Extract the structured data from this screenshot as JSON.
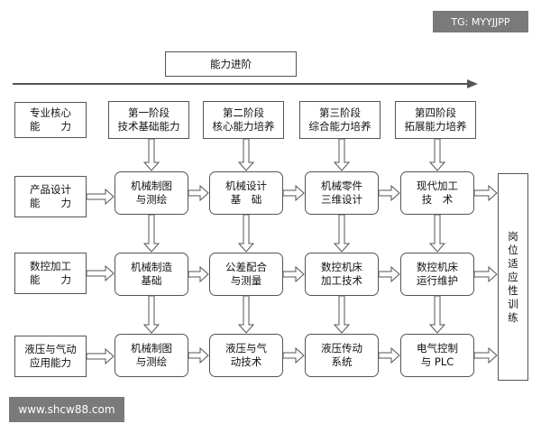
{
  "header": {
    "title": "能力进阶"
  },
  "stages": [
    "第一阶段\n技术基础能力",
    "第二阶段\n核心能力培养",
    "第三阶段\n综合能力培养",
    "第四阶段\n拓展能力培养"
  ],
  "left_labels": [
    "专业核心\n能　　力",
    "产品设计\n能　　力",
    "数控加工\n能　　力",
    "液压与气动\n应用能力"
  ],
  "rows": [
    [
      "机械制图\n与测绘",
      "机械设计\n基　础",
      "机械零件\n三维设计",
      "现代加工\n技　术"
    ],
    [
      "机械制造\n基础",
      "公差配合\n与测量",
      "数控机床\n加工技术",
      "数控机床\n运行维护"
    ],
    [
      "机械制图\n与测绘",
      "液压与气\n动技术",
      "液压传动\n系统",
      "电气控制\n与 PLC"
    ]
  ],
  "outcome": "岗位适应性训练",
  "watermarks": {
    "top_right": "TG: MYYJJPP",
    "bottom_left": "www.shcw88.com"
  },
  "colors": {
    "line": "#555555",
    "badge": "#7a7a7a"
  }
}
